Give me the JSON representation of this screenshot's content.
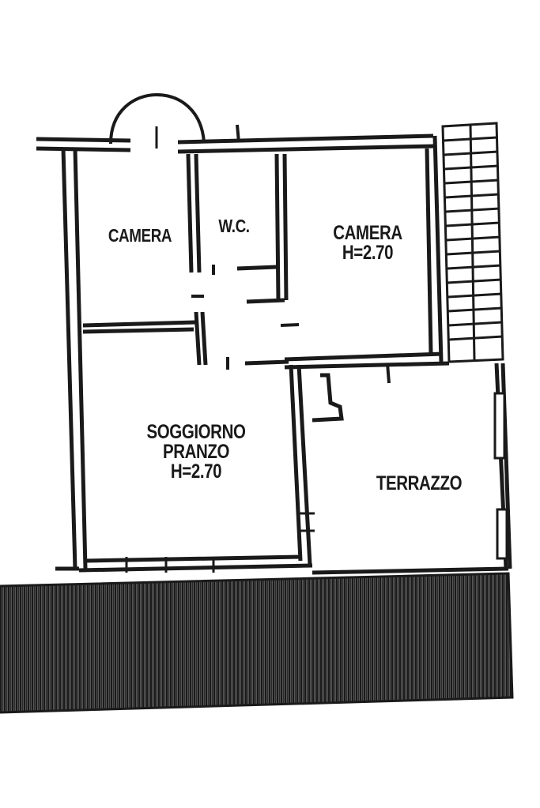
{
  "rooms": {
    "camera_left": {
      "name": "CAMERA"
    },
    "wc": {
      "name": "W.C."
    },
    "camera_right": {
      "name": "CAMERA",
      "height": "H=2.70"
    },
    "soggiorno": {
      "name_line1": "SOGGIORNO",
      "name_line2": "PRANZO",
      "height": "H=2.70"
    },
    "terrazzo": {
      "name": "TERRAZZO"
    }
  },
  "colors": {
    "wall": "#1a1a1a",
    "background": "#ffffff",
    "ground_hatch": "#2a2a2a"
  }
}
